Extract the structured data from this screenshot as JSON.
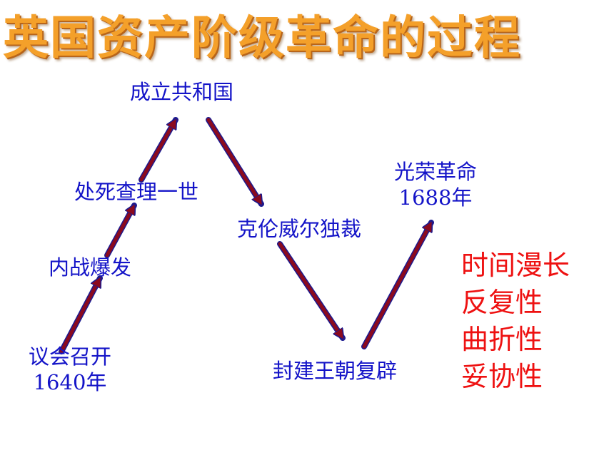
{
  "title": "英国资产阶级革命的过程",
  "nodes": {
    "parliament": {
      "label": "议会召开",
      "year": "1640年"
    },
    "civil_war": {
      "label": "内战爆发"
    },
    "execution": {
      "label": "处死查理一世"
    },
    "republic": {
      "label": "成立共和国"
    },
    "dictatorship": {
      "label": "克伦威尔独裁"
    },
    "restoration": {
      "label": "封建王朝复辟"
    },
    "glorious": {
      "label": "光荣革命",
      "year": "1688年"
    }
  },
  "traits": [
    "时间漫长",
    "反复性",
    "曲折性",
    "妥协性"
  ],
  "colors": {
    "title": "#f4a02a",
    "node_text": "#1414c8",
    "trait_text": "#ee1111",
    "arrow_fill": "#8b0a1e",
    "arrow_outline": "#1a1a90"
  }
}
